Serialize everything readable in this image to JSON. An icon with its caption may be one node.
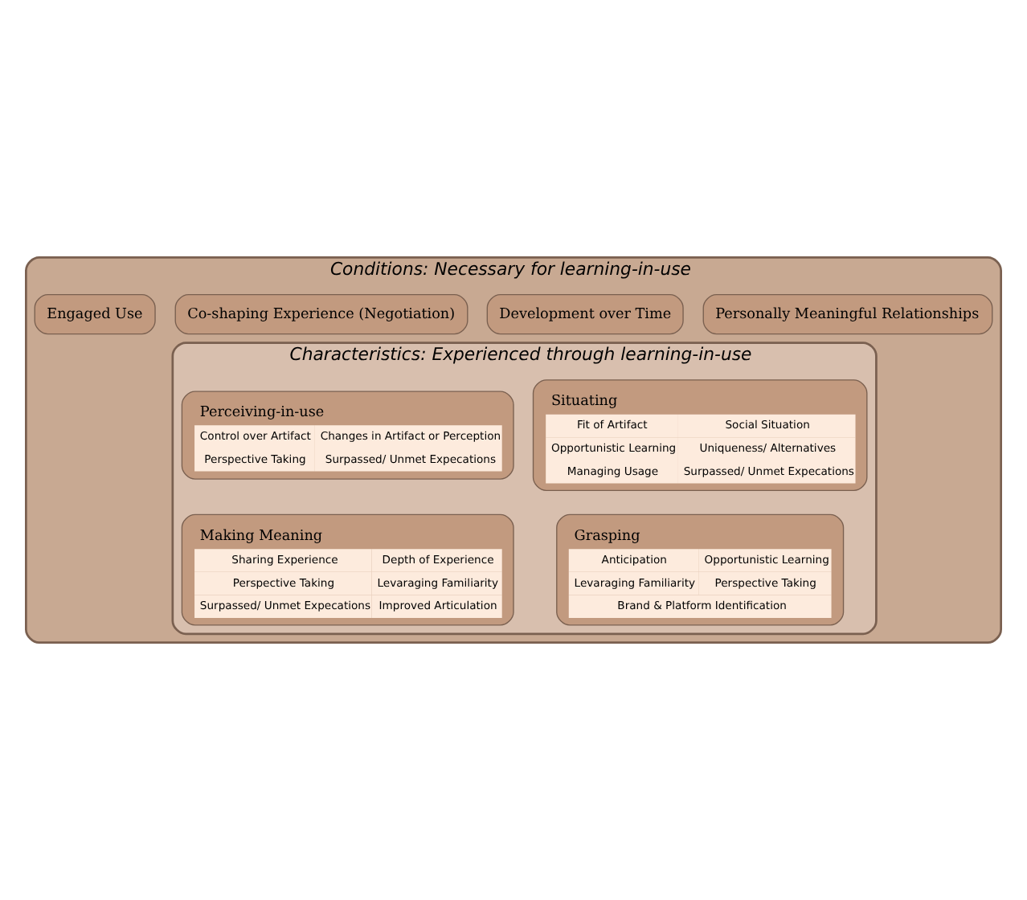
{
  "diagram": {
    "nodes": [
      {
        "text": [
          "Conditions: Necessary for learning-in-use"
        ]
      },
      {
        "text": [
          "Personally Meaningful Relationships"
        ],
        "in": 0
      },
      {
        "text": [
          "Development over Time"
        ],
        "in": 0
      },
      {
        "text": [
          "Co-shaping Experience (Negotiation)"
        ],
        "in": 0
      },
      {
        "text": [
          "Engaged Use"
        ],
        "in": 0
      },
      {
        "text": [
          "Characteristics: Experienced through learning-in-use"
        ],
        "in": 0
      },
      {
        "text": [
          "Situating",
          "Fit of Artifact",
          "Social Situation",
          "Opportunistic Learning",
          "Uniqueness/ Alternatives",
          "Managing Usage",
          "Surpassed/ Unmet Expecations"
        ],
        "in": 5
      },
      {
        "text": [
          "Perceiving-in-use",
          "Control over Artifact",
          "Changes in Artifact or Perception",
          "Perspective Taking",
          "Surpassed/ Unmet Expecations"
        ],
        "in": 5
      },
      {
        "text": [
          "Grasping",
          "Anticipation",
          "Opportunistic Learning",
          "Levaraging Familiarity",
          "Perspective Taking",
          "Brand & Platform Identification"
        ],
        "in": 5
      },
      {
        "text": [
          "Making Meaning",
          "Sharing Experience",
          "Depth of Experience",
          "Perspective Taking",
          "Levaraging Familiarity",
          "Surpassed/ Unmet Expecations",
          "Improved Articulation"
        ],
        "in": 5
      }
    ],
    "edges": []
  }
}
